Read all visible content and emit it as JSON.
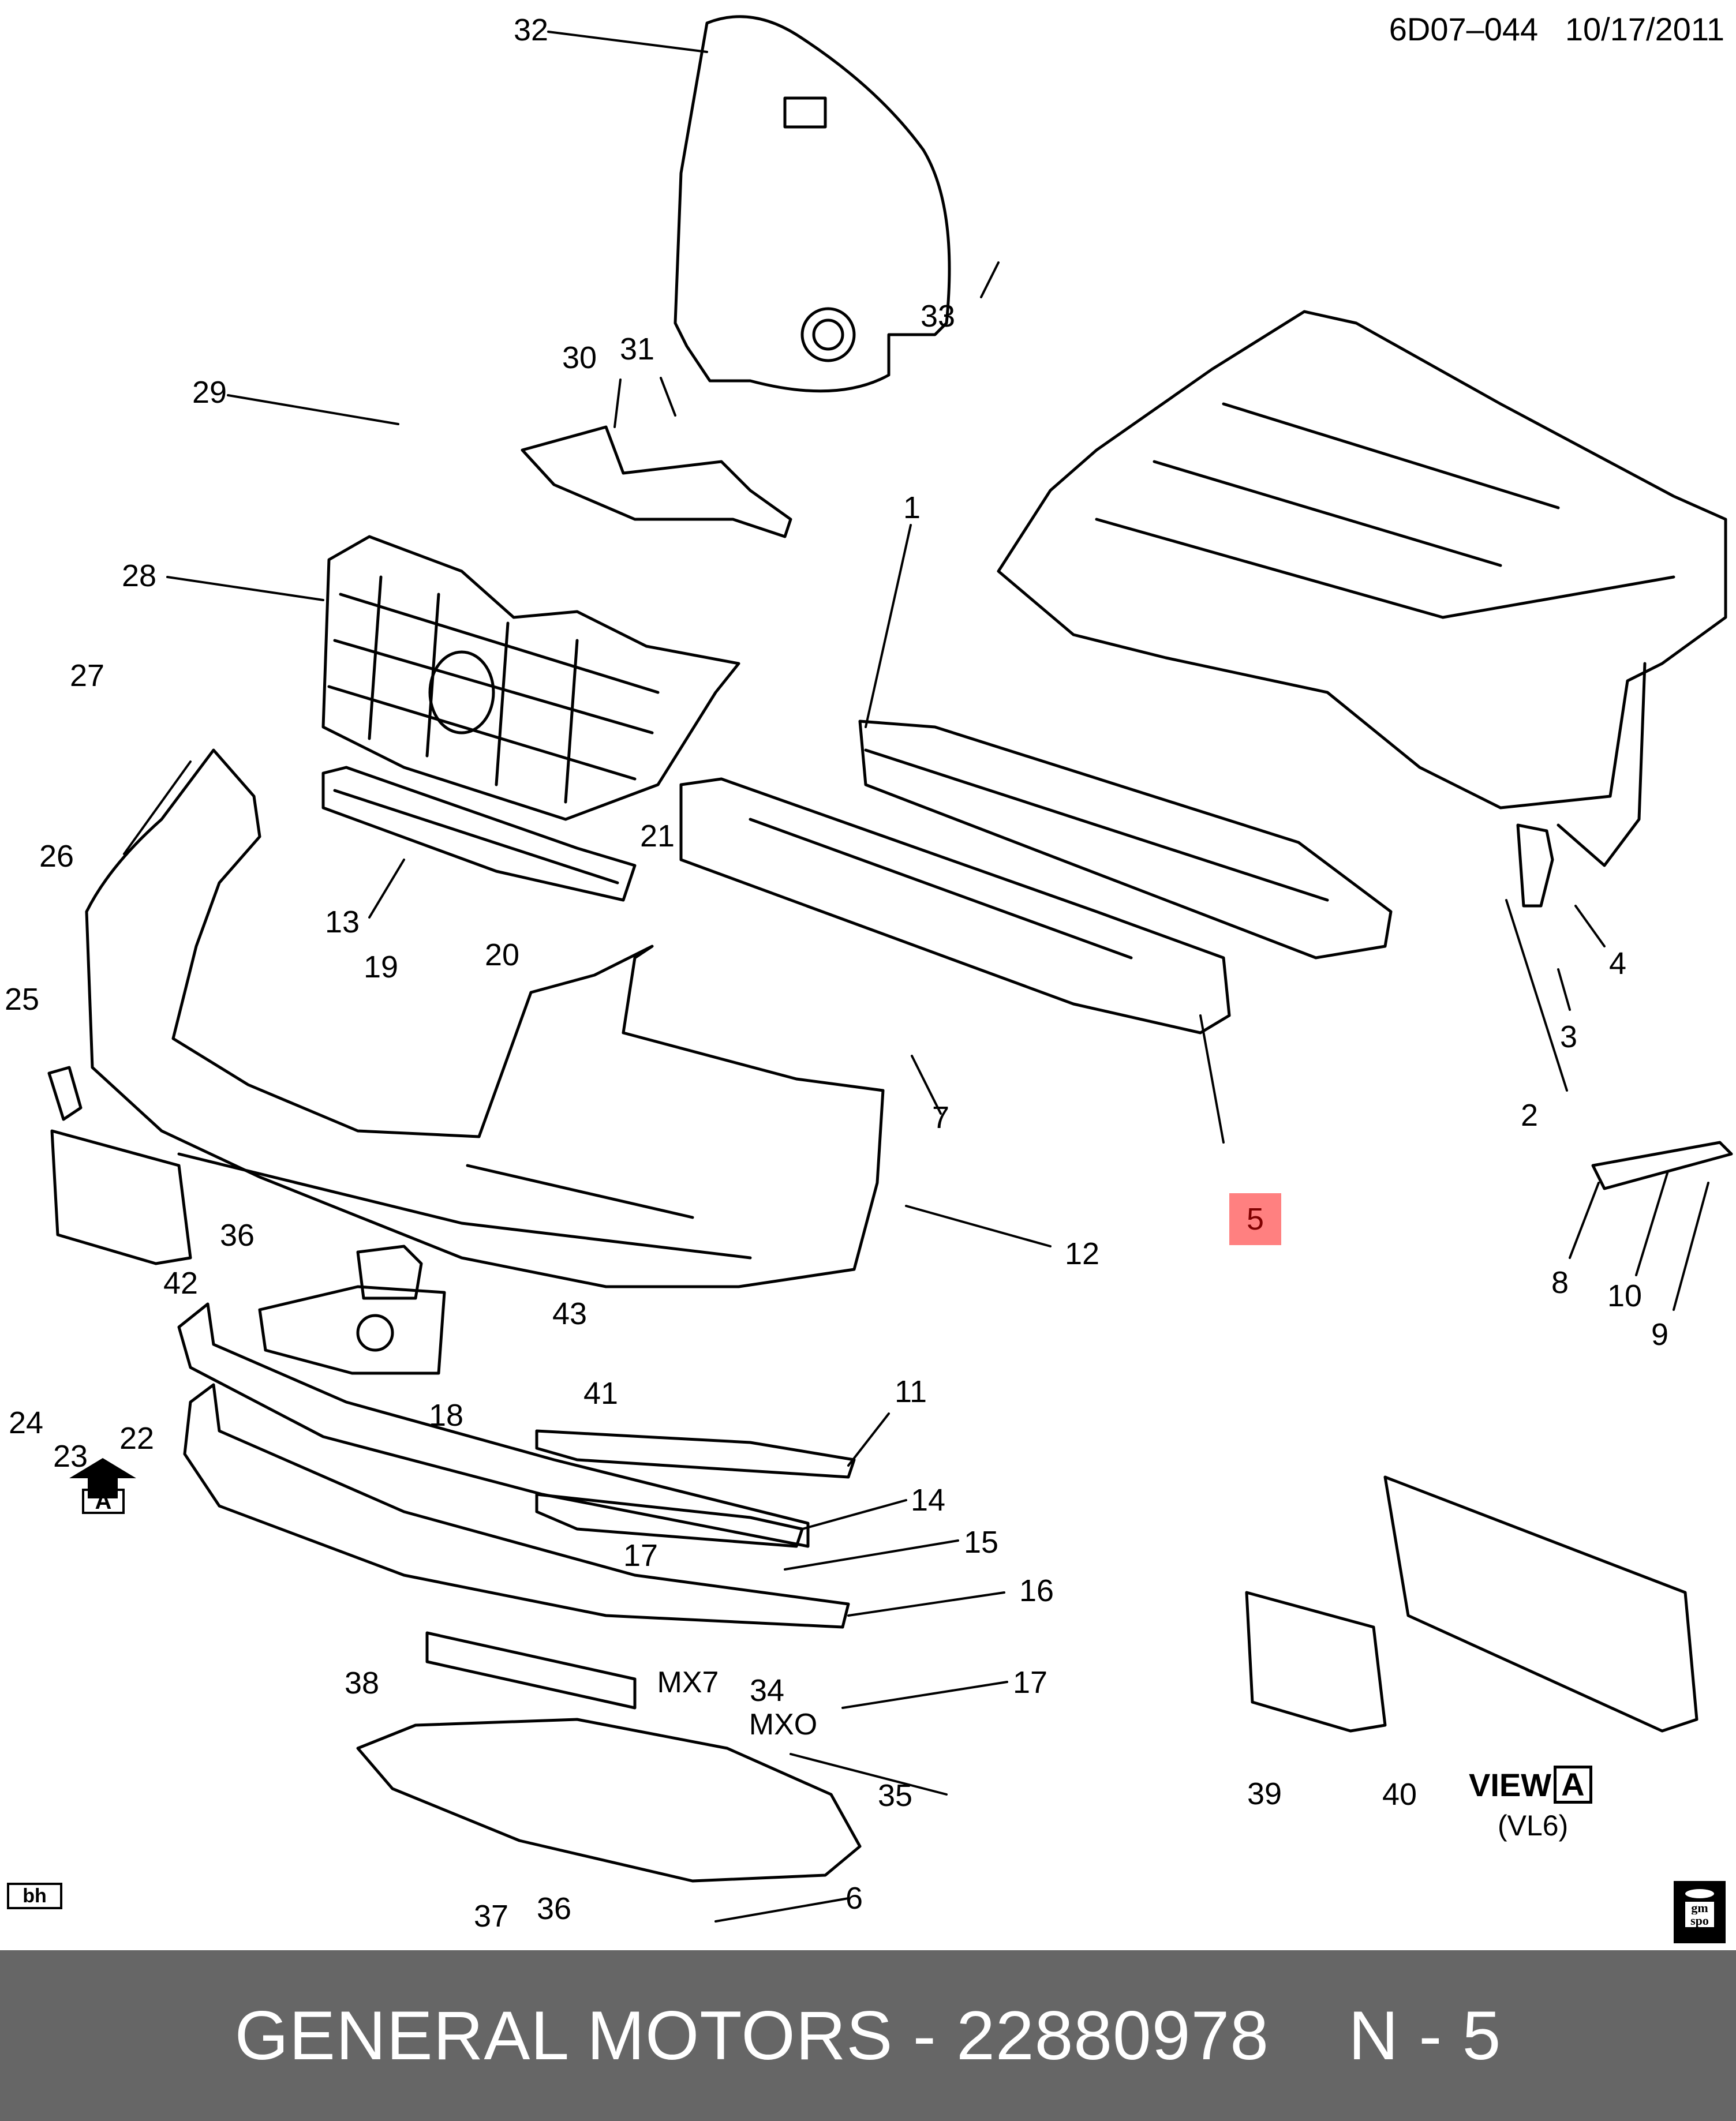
{
  "header": {
    "diagram_code": "6D07–044",
    "date": "10/17/2011"
  },
  "highlight_color": "#ff8080",
  "highlight_text_color": "#800000",
  "callouts": [
    {
      "id": "1",
      "label": "1"
    },
    {
      "id": "2",
      "label": "2"
    },
    {
      "id": "3",
      "label": "3"
    },
    {
      "id": "4",
      "label": "4"
    },
    {
      "id": "5",
      "label": "5",
      "highlighted": true
    },
    {
      "id": "6",
      "label": "6"
    },
    {
      "id": "7",
      "label": "7"
    },
    {
      "id": "8",
      "label": "8"
    },
    {
      "id": "9",
      "label": "9"
    },
    {
      "id": "10",
      "label": "10"
    },
    {
      "id": "11",
      "label": "11"
    },
    {
      "id": "12",
      "label": "12"
    },
    {
      "id": "13",
      "label": "13"
    },
    {
      "id": "14",
      "label": "14"
    },
    {
      "id": "15",
      "label": "15"
    },
    {
      "id": "16",
      "label": "16"
    },
    {
      "id": "17a",
      "label": "17"
    },
    {
      "id": "17b",
      "label": "17"
    },
    {
      "id": "18",
      "label": "18"
    },
    {
      "id": "19",
      "label": "19"
    },
    {
      "id": "20",
      "label": "20"
    },
    {
      "id": "21",
      "label": "21"
    },
    {
      "id": "22",
      "label": "22"
    },
    {
      "id": "23",
      "label": "23"
    },
    {
      "id": "24",
      "label": "24"
    },
    {
      "id": "25",
      "label": "25"
    },
    {
      "id": "26",
      "label": "26"
    },
    {
      "id": "27",
      "label": "27"
    },
    {
      "id": "28",
      "label": "28"
    },
    {
      "id": "29",
      "label": "29"
    },
    {
      "id": "30",
      "label": "30"
    },
    {
      "id": "31",
      "label": "31"
    },
    {
      "id": "32",
      "label": "32"
    },
    {
      "id": "33",
      "label": "33"
    },
    {
      "id": "34",
      "label": "34"
    },
    {
      "id": "35",
      "label": "35"
    },
    {
      "id": "36a",
      "label": "36"
    },
    {
      "id": "36b",
      "label": "36"
    },
    {
      "id": "37",
      "label": "37"
    },
    {
      "id": "38",
      "label": "38"
    },
    {
      "id": "39",
      "label": "39"
    },
    {
      "id": "40",
      "label": "40"
    },
    {
      "id": "41",
      "label": "41"
    },
    {
      "id": "42",
      "label": "42"
    },
    {
      "id": "43",
      "label": "43"
    }
  ],
  "notes": {
    "mx7": "MX7",
    "mxo": "MXO"
  },
  "view_a": {
    "arrow_label": "A",
    "title": "VIEW",
    "title_box": "A",
    "subtitle": "(VL6)"
  },
  "bh_label": "bh",
  "gm_logo": {
    "line1": "gm",
    "line2": "spo"
  },
  "footer": {
    "brand": "GENERAL MOTORS",
    "separator": " - ",
    "part_number": "22880978",
    "suffix": "N - 5"
  }
}
